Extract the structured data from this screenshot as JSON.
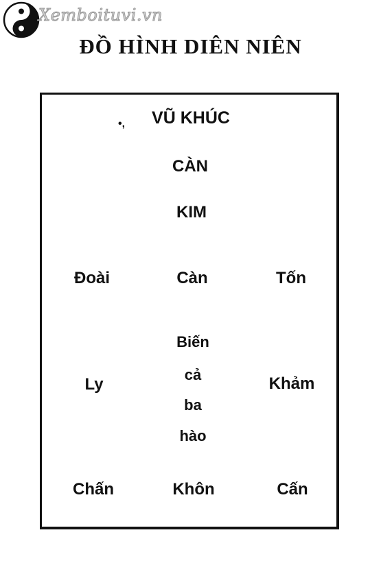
{
  "watermark": {
    "site": "Xemboituvi.vn",
    "logo_icon": "yin-yang-icon"
  },
  "title": "ĐỒ HÌNH DIÊN NIÊN",
  "diagram": {
    "star": "VŨ KHÚC",
    "trigram": "CÀN",
    "element": "KIM",
    "grid": {
      "top_left": "Đoài",
      "top_center": "Càn",
      "top_right": "Tốn",
      "middle_left": "Ly",
      "center": [
        "Biến",
        "cả",
        "ba",
        "hào"
      ],
      "middle_right": "Khảm",
      "bottom_left": "Chấn",
      "bottom_center": "Khôn",
      "bottom_right": "Cấn"
    }
  }
}
